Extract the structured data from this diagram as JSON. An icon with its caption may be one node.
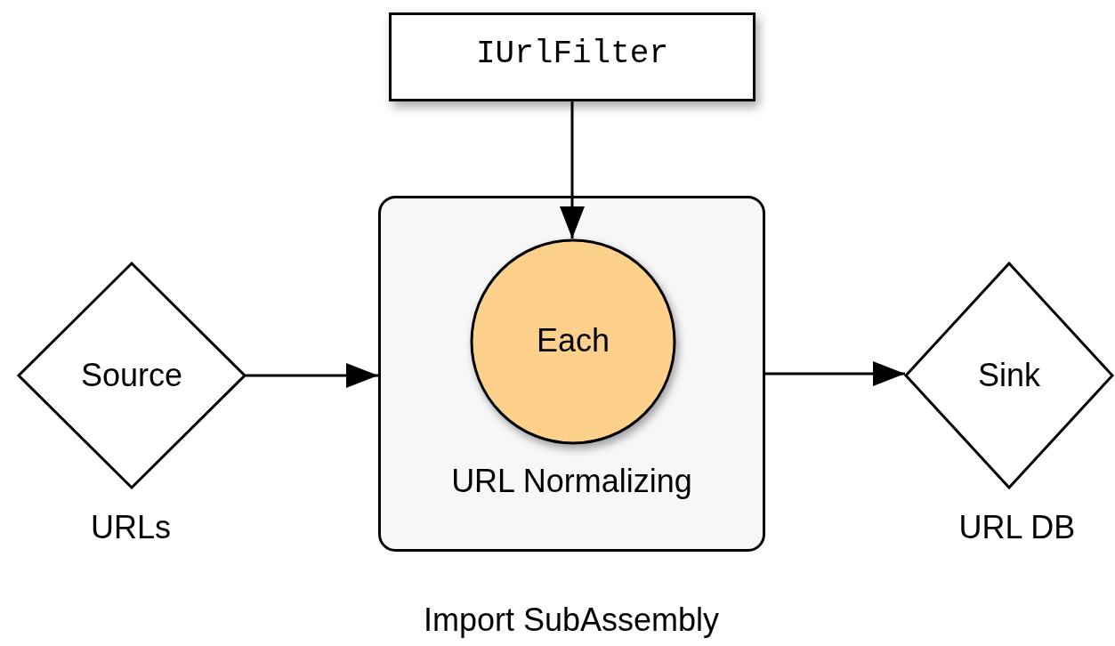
{
  "diagram": {
    "caption": "Import SubAssembly",
    "nodes": [
      {
        "text": [
          "IUrlFilter"
        ]
      },
      {
        "text": [
          "Source"
        ],
        "beside": [
          "URLs"
        ]
      },
      {
        "text": [
          "URL Normalizing"
        ]
      },
      {
        "text": [
          "Each"
        ],
        "in": 2
      },
      {
        "text": [
          "Sink"
        ],
        "beside": [
          "URL DB"
        ]
      }
    ],
    "edges": [
      {
        "from": 0,
        "to": 3,
        "arrow": "to"
      },
      {
        "from": 1,
        "to": 2,
        "arrow": "to"
      },
      {
        "from": 2,
        "to": 4,
        "arrow": "to"
      }
    ]
  }
}
